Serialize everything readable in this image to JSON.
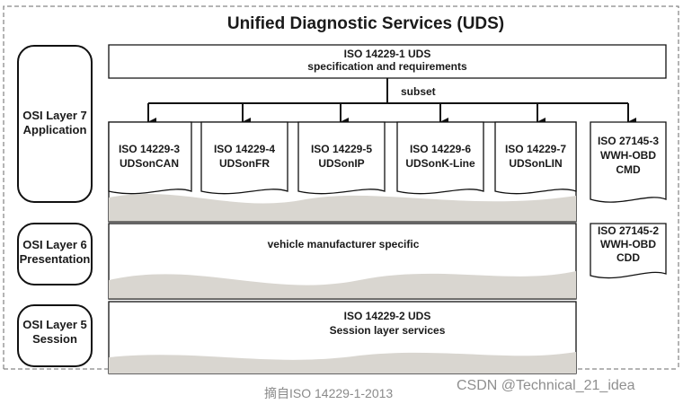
{
  "title": "Unified Diagnostic Services (UDS)",
  "layers": {
    "application": [
      "OSI Layer 7",
      "Application"
    ],
    "presentation": [
      "OSI Layer 6",
      "Presentation"
    ],
    "session": [
      "OSI Layer 5",
      "Session"
    ]
  },
  "top_spec": [
    "ISO 14229-1 UDS",
    "specification and requirements"
  ],
  "subset_label": "subset",
  "transports": [
    [
      "ISO 14229-3",
      "UDSonCAN"
    ],
    [
      "ISO 14229-4",
      "UDSonFR"
    ],
    [
      "ISO 14229-5",
      "UDSonIP"
    ],
    [
      "ISO 14229-6",
      "UDSonK-Line"
    ],
    [
      "ISO 14229-7",
      "UDSonLIN"
    ]
  ],
  "wwh_cmd": [
    "ISO 27145-3",
    "WWH-OBD",
    "CMD"
  ],
  "wwh_cdd": [
    "ISO 27145-2",
    "WWH-OBD",
    "CDD"
  ],
  "presentation_text": "vehicle manufacturer specific",
  "session_spec": [
    "ISO 14229-2 UDS",
    "Session layer services"
  ],
  "caption": "摘自ISO 14229-1-2013",
  "watermark": "CSDN @Technical_21_idea",
  "colors": {
    "shade": "#d9d6d0",
    "line": "#111111",
    "border_dash": "#6a6a6a"
  }
}
